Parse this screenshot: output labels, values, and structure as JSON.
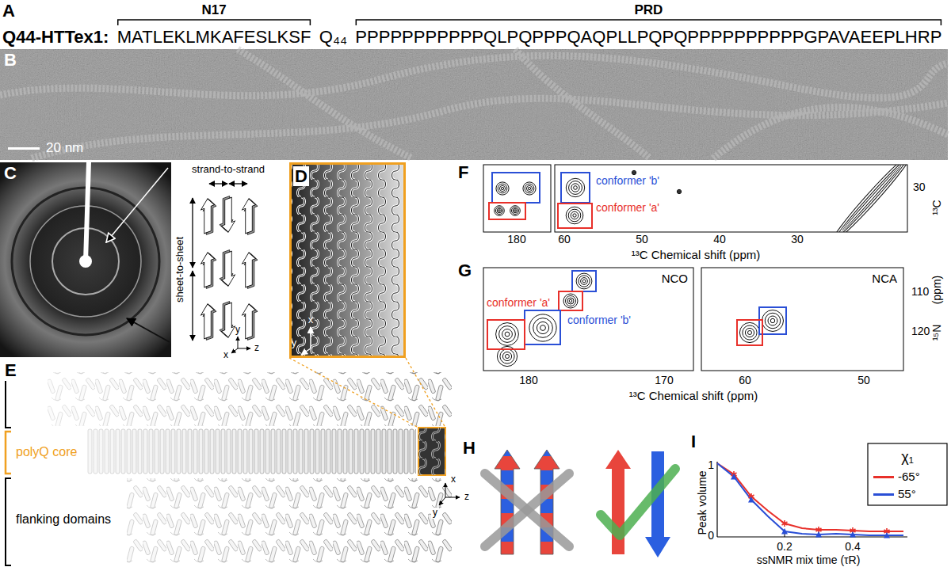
{
  "diagram": {
    "nodes": [
      {
        "text": [
          "D"
        ]
      }
    ],
    "labels": [
      "A",
      "N17",
      "PRD",
      "Q44-HTTex1:",
      "MATLEKLMKAFESLKSF",
      "Q₄₄",
      "PPPPPPPPPPPQLPQPPPQAQPLLPQPQPPPPPPPPPPGPAVAEEPLHRP",
      "B",
      "20 nm",
      "C",
      "strand-to-strand",
      "sheet-to-sheet",
      "y",
      "x",
      "z",
      "x",
      "y",
      "E",
      "polyQ core",
      "flanking domains",
      "y",
      "x",
      "z",
      "F",
      "conformer 'b'",
      "conformer 'a'",
      "30",
      "¹³C",
      "180",
      "60",
      "50",
      "40",
      "30",
      "¹³C Chemical shift (ppm)",
      "G",
      "NCO",
      "NCA",
      "conformer 'b'",
      "conformer 'a'",
      "110",
      "120",
      "¹⁵N",
      "(ppm)",
      "180",
      "170",
      "60",
      "50",
      "¹³C Chemical shift (ppm)",
      "H",
      "I",
      "1",
      "0",
      "0.2",
      "0.4",
      "Peak volume",
      "ssNMR mix time (τR)",
      "χ₁"
    ],
    "legend": [
      {
        "text": "-65°",
        "color": "#e8302a"
      },
      {
        "text": "55°",
        "color": "#2a4fd6"
      }
    ]
  }
}
